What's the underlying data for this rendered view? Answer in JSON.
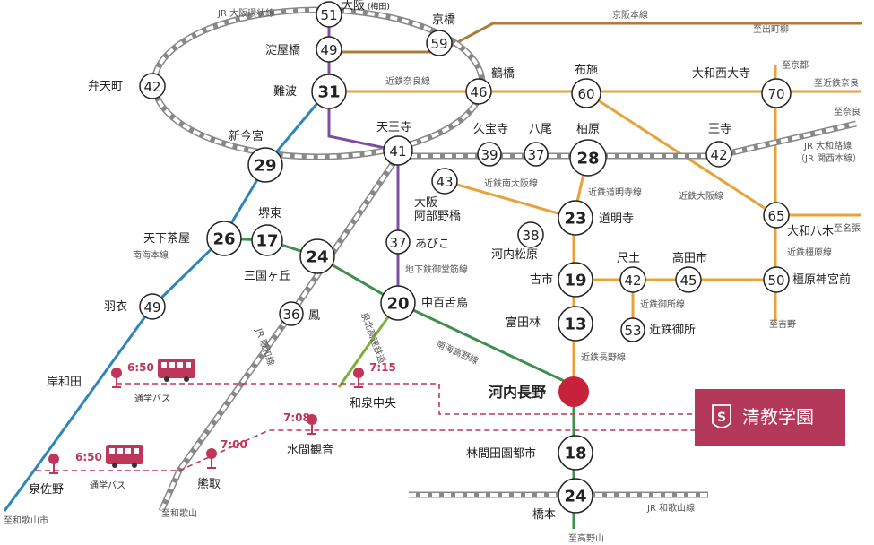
{
  "colors": {
    "jr_loop": "#888888",
    "kintetsu": "#e8a23a",
    "keihan": "#b07a3c",
    "subway_purple": "#7c4fa0",
    "nankai_blue": "#2e86b8",
    "nankai_green": "#3f8f4f",
    "semboku_green": "#78b23c",
    "bus_dash": "#c0365a",
    "destination": "#c8213a",
    "school_badge": "#b4385a"
  },
  "lines": {
    "jr_osaka_loop": "JR 大阪環状線",
    "keihan": "京阪本線",
    "kintetsu_nara": "近鉄奈良線",
    "kintetsu_minami_osaka": "近鉄南大阪線",
    "kintetsu_domyoji": "近鉄道明寺線",
    "kintetsu_osaka": "近鉄大阪線",
    "kintetsu_kashihara": "近鉄橿原線",
    "kintetsu_gose": "近鉄御所線",
    "kintetsu_nagano": "近鉄長野線",
    "jr_yamatoji": "JR 大和路線\n（JR 関西本線）",
    "nankai_main": "南海本線",
    "nankai_koya": "南海高野線",
    "subway_midosuji": "地下鉄御堂筋線",
    "semboku": "泉北高速鉄道",
    "jr_hanwa": "JR 阪和線",
    "jr_wakayama": "JR 和歌山線"
  },
  "directions": {
    "demachiyanagi": "至出町柳",
    "kyoto": "至京都",
    "kintetsu_nara": "至近鉄奈良",
    "nara": "至奈良",
    "nabari": "至名張",
    "yoshino": "至吉野",
    "wakayama": "至和歌山",
    "wakayamashi": "至和歌山市",
    "koyasan": "至高野山"
  },
  "stations": [
    {
      "name": "大阪",
      "sub": "(梅田)",
      "minutes": 51
    },
    {
      "name": "京橋",
      "minutes": 59
    },
    {
      "name": "淀屋橋",
      "minutes": 49
    },
    {
      "name": "弁天町",
      "minutes": 42
    },
    {
      "name": "難波",
      "minutes": 31
    },
    {
      "name": "鶴橋",
      "minutes": 46
    },
    {
      "name": "布施",
      "minutes": 60
    },
    {
      "name": "大和西大寺",
      "minutes": 70
    },
    {
      "name": "新今宮",
      "minutes": 29
    },
    {
      "name": "天王寺",
      "minutes": 41
    },
    {
      "name": "久宝寺",
      "minutes": 39
    },
    {
      "name": "八尾",
      "minutes": 37
    },
    {
      "name": "柏原",
      "minutes": 28
    },
    {
      "name": "王寺",
      "minutes": 42
    },
    {
      "name": "天下茶屋",
      "minutes": 26
    },
    {
      "name": "堺東",
      "minutes": 17
    },
    {
      "name": "三国ヶ丘",
      "minutes": 24
    },
    {
      "name": "大阪\n阿部野橋",
      "minutes": 43
    },
    {
      "name": "河内松原",
      "minutes": 38
    },
    {
      "name": "道明寺",
      "minutes": 23
    },
    {
      "name": "大和八木",
      "minutes": 65
    },
    {
      "name": "あびこ",
      "minutes": 37
    },
    {
      "name": "中百舌鳥",
      "minutes": 20
    },
    {
      "name": "鳳",
      "minutes": 36
    },
    {
      "name": "古市",
      "minutes": 19
    },
    {
      "name": "尺土",
      "minutes": 42
    },
    {
      "name": "高田市",
      "minutes": 45
    },
    {
      "name": "橿原神宮前",
      "minutes": 50
    },
    {
      "name": "羽衣",
      "minutes": 49
    },
    {
      "name": "富田林",
      "minutes": 13
    },
    {
      "name": "近鉄御所",
      "minutes": 53
    },
    {
      "name": "林間田園都市",
      "minutes": 18
    },
    {
      "name": "橋本",
      "minutes": 24
    }
  ],
  "destination": {
    "name": "河内長野"
  },
  "bus_stops": [
    {
      "name": "岸和田",
      "time": "6:50",
      "label": "通学バス"
    },
    {
      "name": "泉佐野",
      "time": "6:50",
      "label": "通学バス"
    },
    {
      "name": "和泉中央",
      "time": "7:15"
    },
    {
      "name": "水間観音",
      "time": "7:08"
    },
    {
      "name": "熊取",
      "time": "7:00"
    }
  ],
  "school": {
    "name": "清教学園"
  }
}
